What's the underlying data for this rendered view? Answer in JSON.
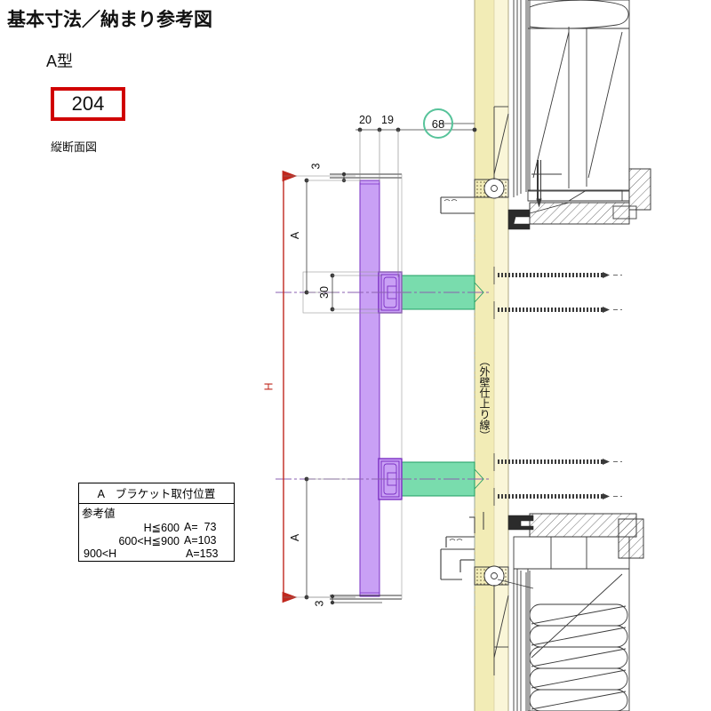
{
  "header": {
    "title": "基本寸法／納まり参考図",
    "type_label": "A型",
    "code": "204",
    "view_label": "縦断面図",
    "code_border_color": "#d00000"
  },
  "reference_table": {
    "header": "A　ブラケット取付位置",
    "note": "参考値",
    "rows": [
      {
        "condition": "H≦600",
        "value": "A=  73"
      },
      {
        "condition": "600<H≦900",
        "value": "A=103"
      },
      {
        "condition": "900<H",
        "value": "A=153"
      }
    ]
  },
  "dimensions": {
    "top_chain": [
      "20",
      "19"
    ],
    "highlight": {
      "value": "68",
      "ring_color": "#57c39a"
    },
    "top_gap": "3",
    "bracket_upper_offset": "A",
    "bracket_spacing": "30",
    "bracket_lower_offset": "A",
    "bottom_gap": "3",
    "overall_height": "H",
    "overall_color": "#c0281e"
  },
  "annotations": {
    "wall_finish_line": "（外壁仕上り線）"
  },
  "colors": {
    "post_fill": "#c9a0f5",
    "post_stroke": "#7a2fc4",
    "arm_fill": "#79dcad",
    "arm_stroke": "#1f9e62",
    "wall_fill": "#f5f0bd",
    "wall_fill_light": "#faf6d8",
    "line": "#3a3a3a",
    "thin_line": "#808080"
  }
}
